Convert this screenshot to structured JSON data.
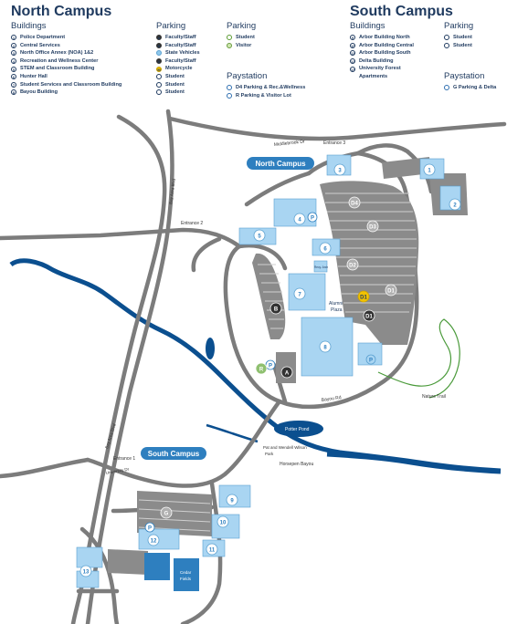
{
  "north": {
    "title": "North Campus",
    "buildings_head": "Buildings",
    "buildings": [
      {
        "num": "1",
        "name": "Police Department"
      },
      {
        "num": "2",
        "name": "Central Services"
      },
      {
        "num": "3",
        "name": "North Office Annex (NOA) 1&2"
      },
      {
        "num": "4",
        "name": "Recreation and Wellness Center"
      },
      {
        "num": "5",
        "name": "STEM and Classroom Building"
      },
      {
        "num": "6",
        "name": "Hunter Hall"
      },
      {
        "num": "7",
        "name": "Student Services and Classroom Building"
      },
      {
        "num": "8",
        "name": "Bayou Building"
      }
    ],
    "parking_head": "Parking",
    "parking": [
      {
        "code": "A",
        "name": "Faculty/Staff",
        "style": "fill-blk"
      },
      {
        "code": "B",
        "name": "Faculty/Staff",
        "style": "fill-blk"
      },
      {
        "code": "",
        "name": "State Vehicles",
        "style": "fill-blue"
      },
      {
        "code": "D",
        "name": "Faculty/Staff",
        "style": "fill-blk"
      },
      {
        "code": "M",
        "name": "Motorcycle",
        "style": "fill-yel"
      },
      {
        "code": "",
        "name": "Student",
        "style": ""
      },
      {
        "code": "",
        "name": "Student",
        "style": ""
      },
      {
        "code": "",
        "name": "Student",
        "style": ""
      }
    ],
    "parking2_head": "Parking",
    "parking2": [
      {
        "code": "",
        "name": "Student",
        "style": "ring-grn"
      },
      {
        "code": "",
        "name": "Visitor",
        "style": "fill-grn"
      }
    ],
    "paystation_head": "Paystation",
    "paystation": [
      {
        "code": "",
        "name": "D4 Parking & Rec.&Wellness",
        "style": "ring-blu"
      },
      {
        "code": "",
        "name": "R Parking & Visitor Lot",
        "style": "ring-blu"
      }
    ]
  },
  "south": {
    "title": "South Campus",
    "buildings_head": "Buildings",
    "buildings": [
      {
        "num": "9",
        "name": "Arbor Building North"
      },
      {
        "num": "10",
        "name": "Arbor Building Central"
      },
      {
        "num": "11",
        "name": "Arbor Building South"
      },
      {
        "num": "12",
        "name": "Delta Building"
      },
      {
        "num": "13",
        "name": "University Forest"
      },
      {
        "num": "",
        "name": "Apartments"
      }
    ],
    "parking_head": "Parking",
    "parking": [
      {
        "code": "",
        "name": "Student",
        "style": ""
      },
      {
        "code": "",
        "name": "Student",
        "style": ""
      }
    ],
    "paystation_head": "Paystation",
    "paystation": [
      {
        "code": "",
        "name": "G Parking & Delta",
        "style": "ring-blu"
      }
    ]
  },
  "map": {
    "north_campus_label": "North Campus",
    "south_campus_label": "South Campus",
    "middlebrook_dr": "Middlebrook Dr",
    "entrance_1": "Entrance 1",
    "entrance_2": "Entrance 2",
    "entrance_3": "Entrance 3",
    "bay_area_blvd_1": "Bay Area Blvd",
    "bay_area_blvd_2": "Bay Area Blvd",
    "bayou_rd": "Bayou Rd",
    "university_dr": "University Dr",
    "horsepen_bayou": "Horsepen Bayou",
    "potter_pond": "Potter Pond",
    "nature_trail": "Nature Trail",
    "park_label_1": "Pat and Wendell Wilson",
    "park_label_2": "Park",
    "alumni_plaza_1": "Alumni",
    "alumni_plaza_2": "Plaza",
    "cedar_fields_1": "Cedar",
    "cedar_fields_2": "Fields",
    "recycle_label": "Recy. Arch",
    "bldg_nums": [
      "1",
      "2",
      "3",
      "4",
      "5",
      "6",
      "7",
      "8",
      "9",
      "10",
      "11",
      "12",
      "13"
    ],
    "lots": {
      "d1": "D1",
      "d2": "D2",
      "d3": "D3",
      "d4": "D4",
      "dy": "D1",
      "dk": "D1",
      "a": "A",
      "b": "B",
      "g": "G",
      "p": "P",
      "r": "R"
    },
    "colors": {
      "road": "#7c7c7c",
      "water": "#0b4f8f",
      "building": "#a9d5f2",
      "lot": "#8b8b8b",
      "title": "#1f3a5f",
      "badge": "#2e7fbf",
      "trail": "#4a9a3a"
    }
  }
}
